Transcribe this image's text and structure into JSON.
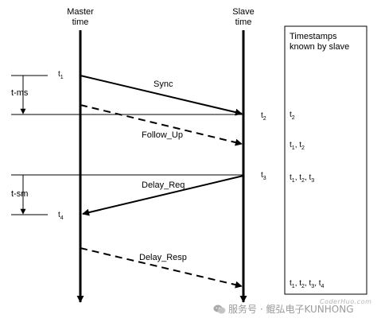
{
  "master": {
    "title_line1": "Master",
    "title_line2": "time"
  },
  "slave": {
    "title_line1": "Slave",
    "title_line2": "time"
  },
  "panel": {
    "title_line1": "Timestamps",
    "title_line2": "known  by slave"
  },
  "intervals": {
    "ms": "t-ms",
    "sm": "t-sm"
  },
  "messages": {
    "sync": "Sync",
    "follow_up": "Follow_Up",
    "delay_req": "Delay_Req",
    "delay_resp": "Delay_Resp"
  },
  "timestamps": {
    "t1": {
      "base": "t",
      "sub": "1"
    },
    "t2": {
      "base": "t",
      "sub": "2"
    },
    "t3": {
      "base": "t",
      "sub": "3"
    },
    "t4": {
      "base": "t",
      "sub": "4"
    }
  },
  "known": {
    "row1": "t2",
    "row2": "t1, t2",
    "row3": "t1, t2, t3",
    "row4": "t1, t2, t3, t4"
  },
  "watermark": {
    "text": "服务号 · 鲲弘电子KUNHONG",
    "sub": "CoderHuo.com"
  },
  "colors": {
    "line": "#000000",
    "watermark": "#9a9a9a"
  },
  "icons": {
    "watermark_logo": "wechat-icon"
  }
}
